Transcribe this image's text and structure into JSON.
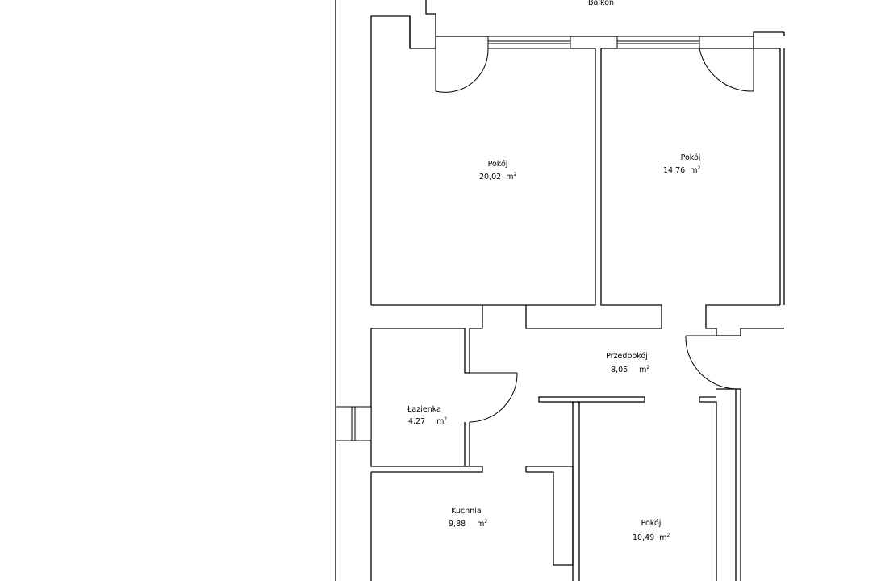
{
  "rooms": {
    "balkon": {
      "name": "Balkon"
    },
    "pokoj_a": {
      "name": "Pokój",
      "area": "20,02",
      "unit": "m",
      "exp": "2"
    },
    "pokoj_b": {
      "name": "Pokój",
      "area": "14,76",
      "unit": "m",
      "exp": "2"
    },
    "przedpokoj": {
      "name": "Przedpokój",
      "area": "8,05",
      "unit": "m",
      "exp": "2"
    },
    "lazienka": {
      "name": "Łazienka",
      "area": "4,27",
      "unit": "m",
      "exp": "2"
    },
    "kuchnia": {
      "name": "Kuchnia",
      "area": "9,88",
      "unit": "m",
      "exp": "2"
    },
    "pokoj_c": {
      "name": "Pokój",
      "area": "10,49",
      "unit": "m",
      "exp": "2"
    }
  }
}
